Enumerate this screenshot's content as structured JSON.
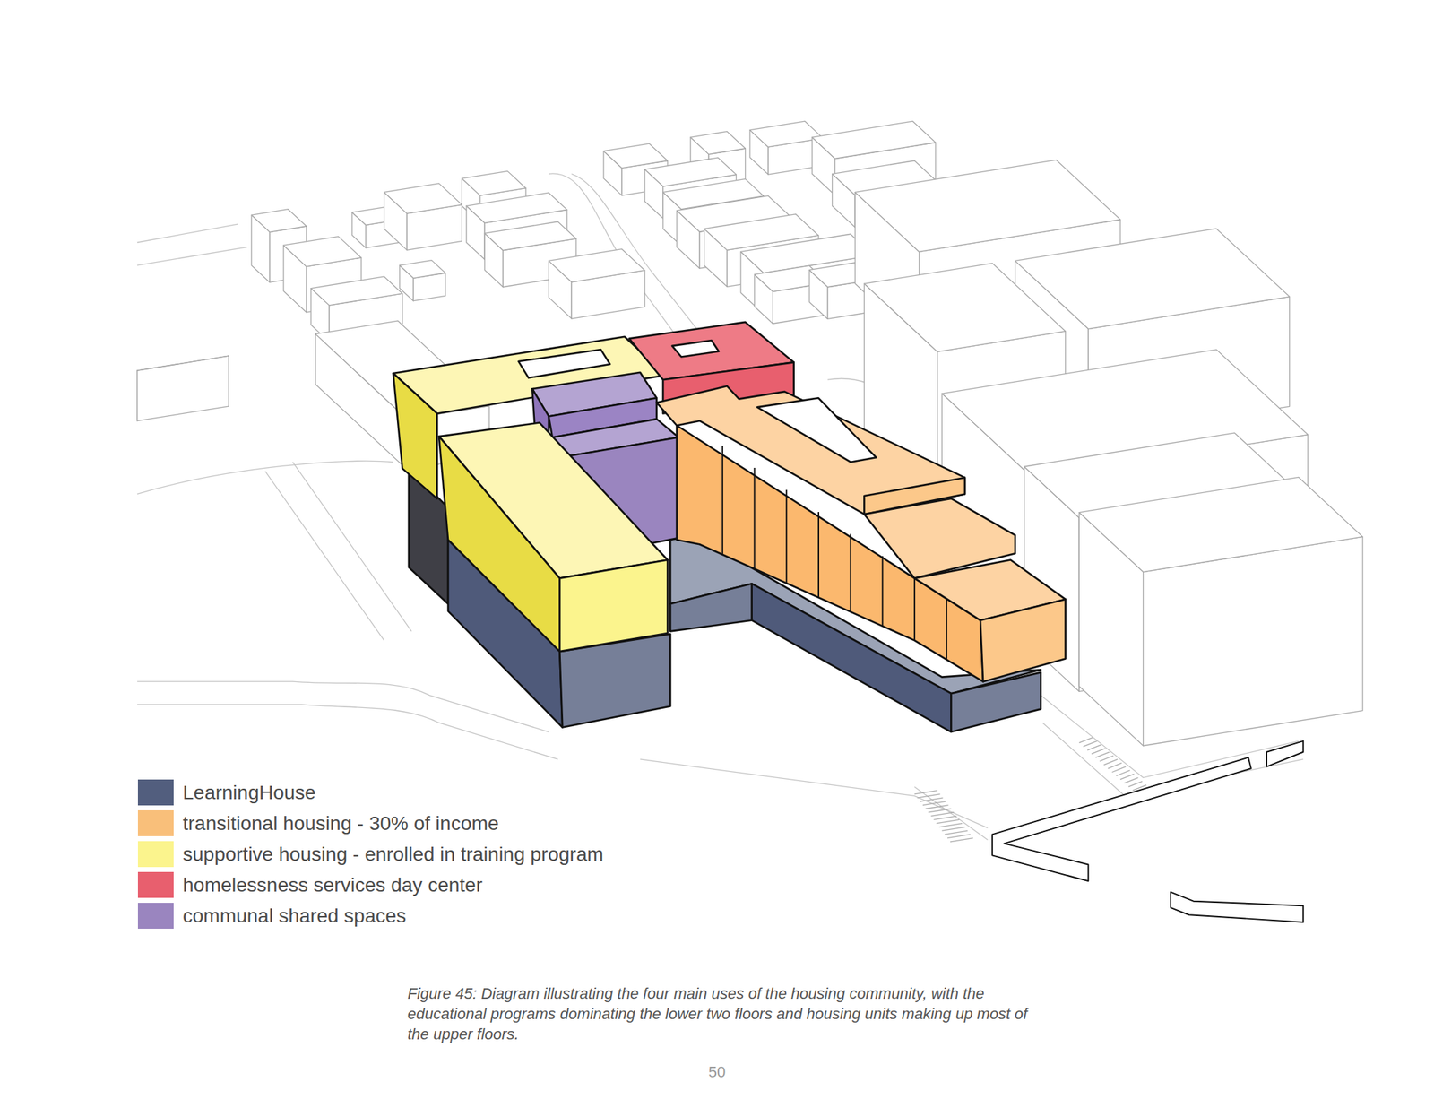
{
  "diagram": {
    "caption": "Figure 45: Diagram illustrating the four main uses of the housing community, with the educational programs dominating the lower two floors and housing units making up most of the upper floors.",
    "labels": [
      "50"
    ],
    "legend": [
      {
        "text": "LearningHouse",
        "color": "#525e7e"
      },
      {
        "text": "transitional housing - 30% of income",
        "color": "#f9bf7a"
      },
      {
        "text": "supportive housing - enrolled in training program",
        "color": "#fbf48d"
      },
      {
        "text": "homelessness services day center",
        "color": "#e85f6e"
      },
      {
        "text": "communal shared spaces",
        "color": "#9a85bf"
      }
    ]
  }
}
